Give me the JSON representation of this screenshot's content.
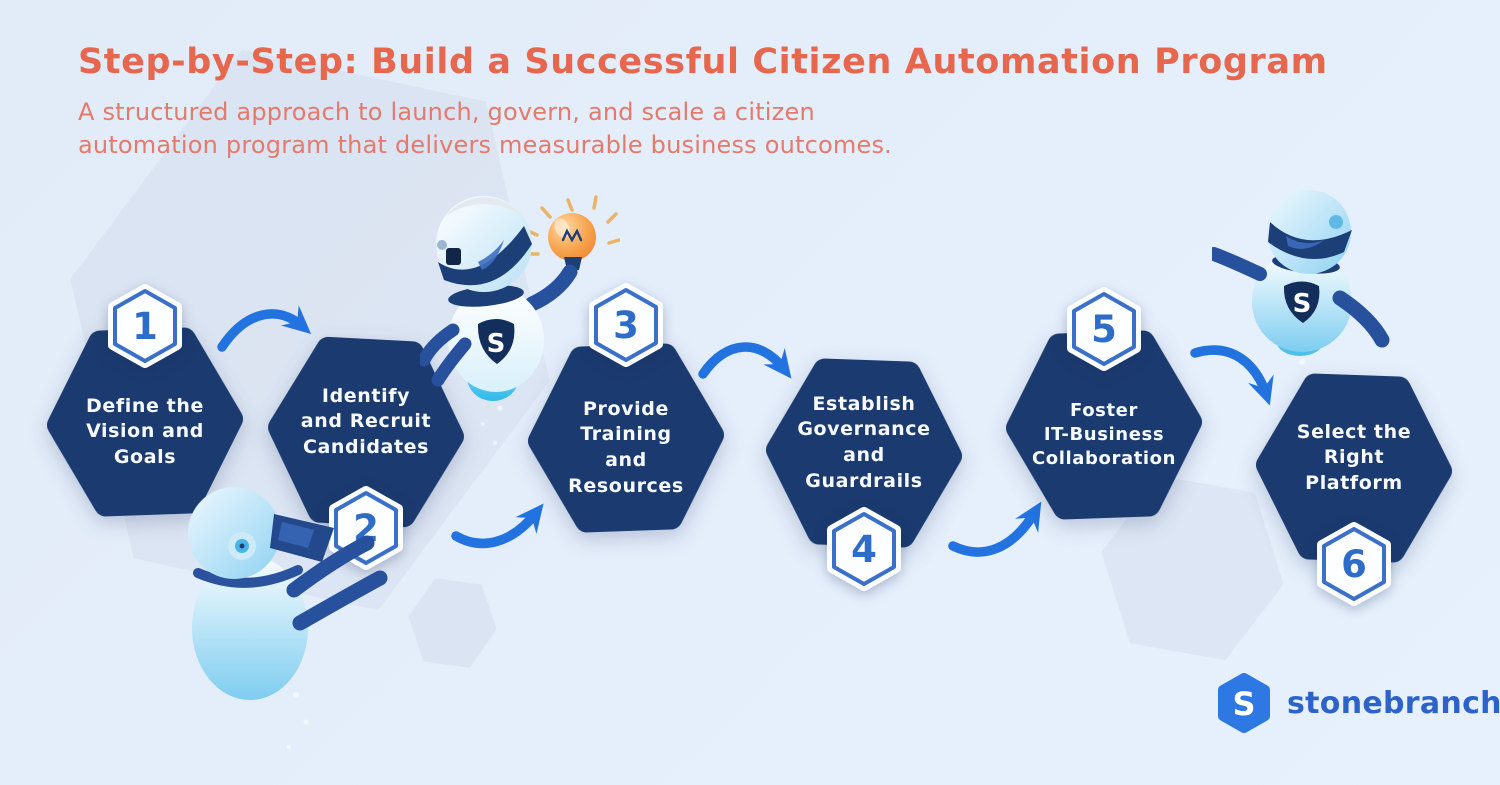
{
  "header": {
    "title": "Step-by-Step: Build a Successful Citizen Automation Program",
    "subtitle": "A structured approach to launch, govern, and scale a citizen\nautomation program that delivers measurable business outcomes."
  },
  "steps": [
    {
      "number": "1",
      "label": "Define the\nVision and\nGoals",
      "badge_position": "top"
    },
    {
      "number": "2",
      "label": "Identify\nand Recruit\nCandidates",
      "badge_position": "bottom"
    },
    {
      "number": "3",
      "label": "Provide\nTraining\nand\nResources",
      "badge_position": "top"
    },
    {
      "number": "4",
      "label": "Establish\nGovernance\nand\nGuardrails",
      "badge_position": "bottom"
    },
    {
      "number": "5",
      "label": "Foster\nIT-Business\nCollaboration",
      "badge_position": "top"
    },
    {
      "number": "6",
      "label": "Select the\nRight\nPlatform",
      "badge_position": "bottom"
    }
  ],
  "robots": {
    "monogram": "S"
  },
  "logo": {
    "monogram": "S",
    "name": "stonebranch"
  },
  "colors": {
    "background": "#e4eefb",
    "hexagon_navy": "#1b3a6f",
    "badge_blue": "#2e6cc9",
    "arrow_blue": "#2273e0",
    "title_coral": "#e7674e",
    "subtitle_coral": "#e57a6b",
    "logo_blue": "#2e78e3",
    "logo_text_blue": "#2c63c9",
    "bulb_orange": "#f08a36"
  }
}
